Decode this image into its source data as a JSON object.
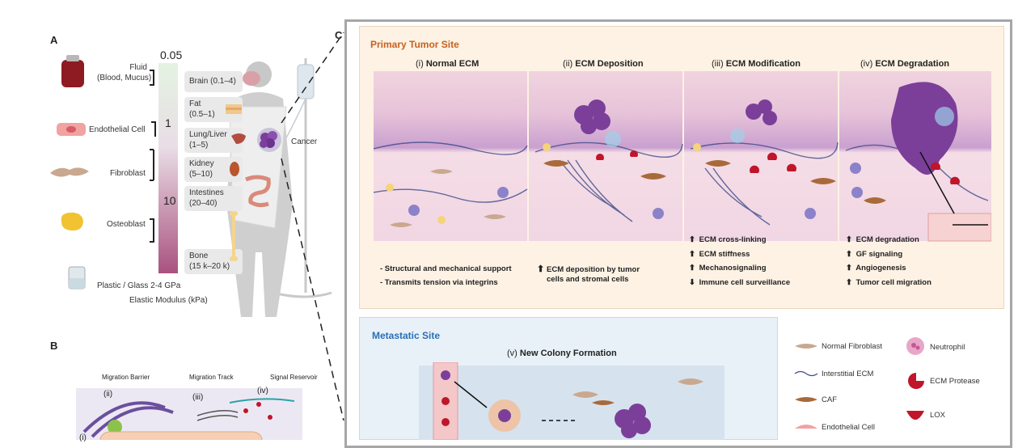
{
  "panelA": {
    "letter": "A",
    "cells": [
      {
        "label": "Fluid\n(Blood, Mucus)"
      },
      {
        "label": "Endothelial Cell"
      },
      {
        "label": "Fibroblast"
      },
      {
        "label": "Osteoblast"
      },
      {
        "label": "Plastic / Glass  2-4 GPa"
      }
    ],
    "scale": {
      "top": "0.05",
      "mid": "1",
      "low": "10",
      "axis_label": "Elastic Modulus (kPa)"
    },
    "organs": [
      {
        "label": "Brain (0.1–4)"
      },
      {
        "label": "Fat\n(0.5–1)"
      },
      {
        "label": "Lung/Liver\n(1–5)"
      },
      {
        "label": "Kidney\n(5–10)"
      },
      {
        "label": "Intestines\n(20–40)"
      },
      {
        "label": "Bone\n(15 k–20 k)"
      }
    ],
    "cancer_label": "Cancer"
  },
  "panelB": {
    "letter": "B",
    "labels": {
      "barrier": "Migration Barrier",
      "track": "Migration Track",
      "reservoir": "Signal Reservoir"
    },
    "romans": {
      "i": "(i)",
      "ii": "(ii)",
      "iii": "(iii)",
      "iv": "(iv)"
    }
  },
  "panelC": {
    "letter": "C",
    "primary": {
      "title": "Primary Tumor Site",
      "stages": [
        {
          "num": "(i) ",
          "name": "Normal ECM"
        },
        {
          "num": "(ii) ",
          "name": "ECM Deposition"
        },
        {
          "num": "(iii) ",
          "name": "ECM Modification"
        },
        {
          "num": "(iv) ",
          "name": "ECM Degradation"
        }
      ],
      "normal_notes": [
        "- Structural and mechanical support",
        "- Transmits tension via integrins"
      ],
      "deposition_note": "ECM deposition by tumor\ncells and stromal cells",
      "modification_notes": [
        {
          "arrow": "⬆",
          "text": "ECM cross-linking"
        },
        {
          "arrow": "⬆",
          "text": "ECM stiffness"
        },
        {
          "arrow": "⬆",
          "text": "Mechanosignaling"
        },
        {
          "arrow": "⬇",
          "text": "Immune cell surveillance"
        }
      ],
      "degradation_notes": [
        {
          "arrow": "⬆",
          "text": "ECM degradation"
        },
        {
          "arrow": "⬆",
          "text": "GF signaling"
        },
        {
          "arrow": "⬆",
          "text": "Angiogenesis"
        },
        {
          "arrow": "⬆",
          "text": "Tumor cell migration"
        }
      ]
    },
    "metastatic": {
      "title": "Metastatic Site",
      "stage": {
        "num": "(v) ",
        "name": "New Colony Formation"
      }
    },
    "legend": [
      {
        "text": "Normal Fibroblast"
      },
      {
        "text": "Interstitial ECM"
      },
      {
        "text": "CAF"
      },
      {
        "text": "Endothelial Cell"
      },
      {
        "text": "Neutrophil"
      },
      {
        "text": "ECM Protease"
      },
      {
        "text": "LOX"
      }
    ]
  },
  "colors": {
    "accent_orange": "#c8611f",
    "metastatic_blue": "#2a6fb5",
    "skin_pink": "#e8c6d8",
    "tumor_purple": "#7b3f9a"
  }
}
